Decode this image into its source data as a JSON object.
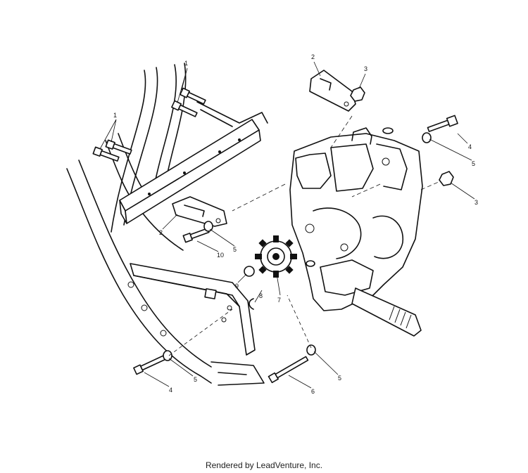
{
  "footer": {
    "credit": "Rendered by LeadVenture, Inc."
  },
  "callouts": [
    "1",
    "1",
    "2",
    "3",
    "4",
    "5",
    "3",
    "2",
    "10",
    "5",
    "9",
    "8",
    "7",
    "4",
    "5",
    "6",
    "5"
  ]
}
